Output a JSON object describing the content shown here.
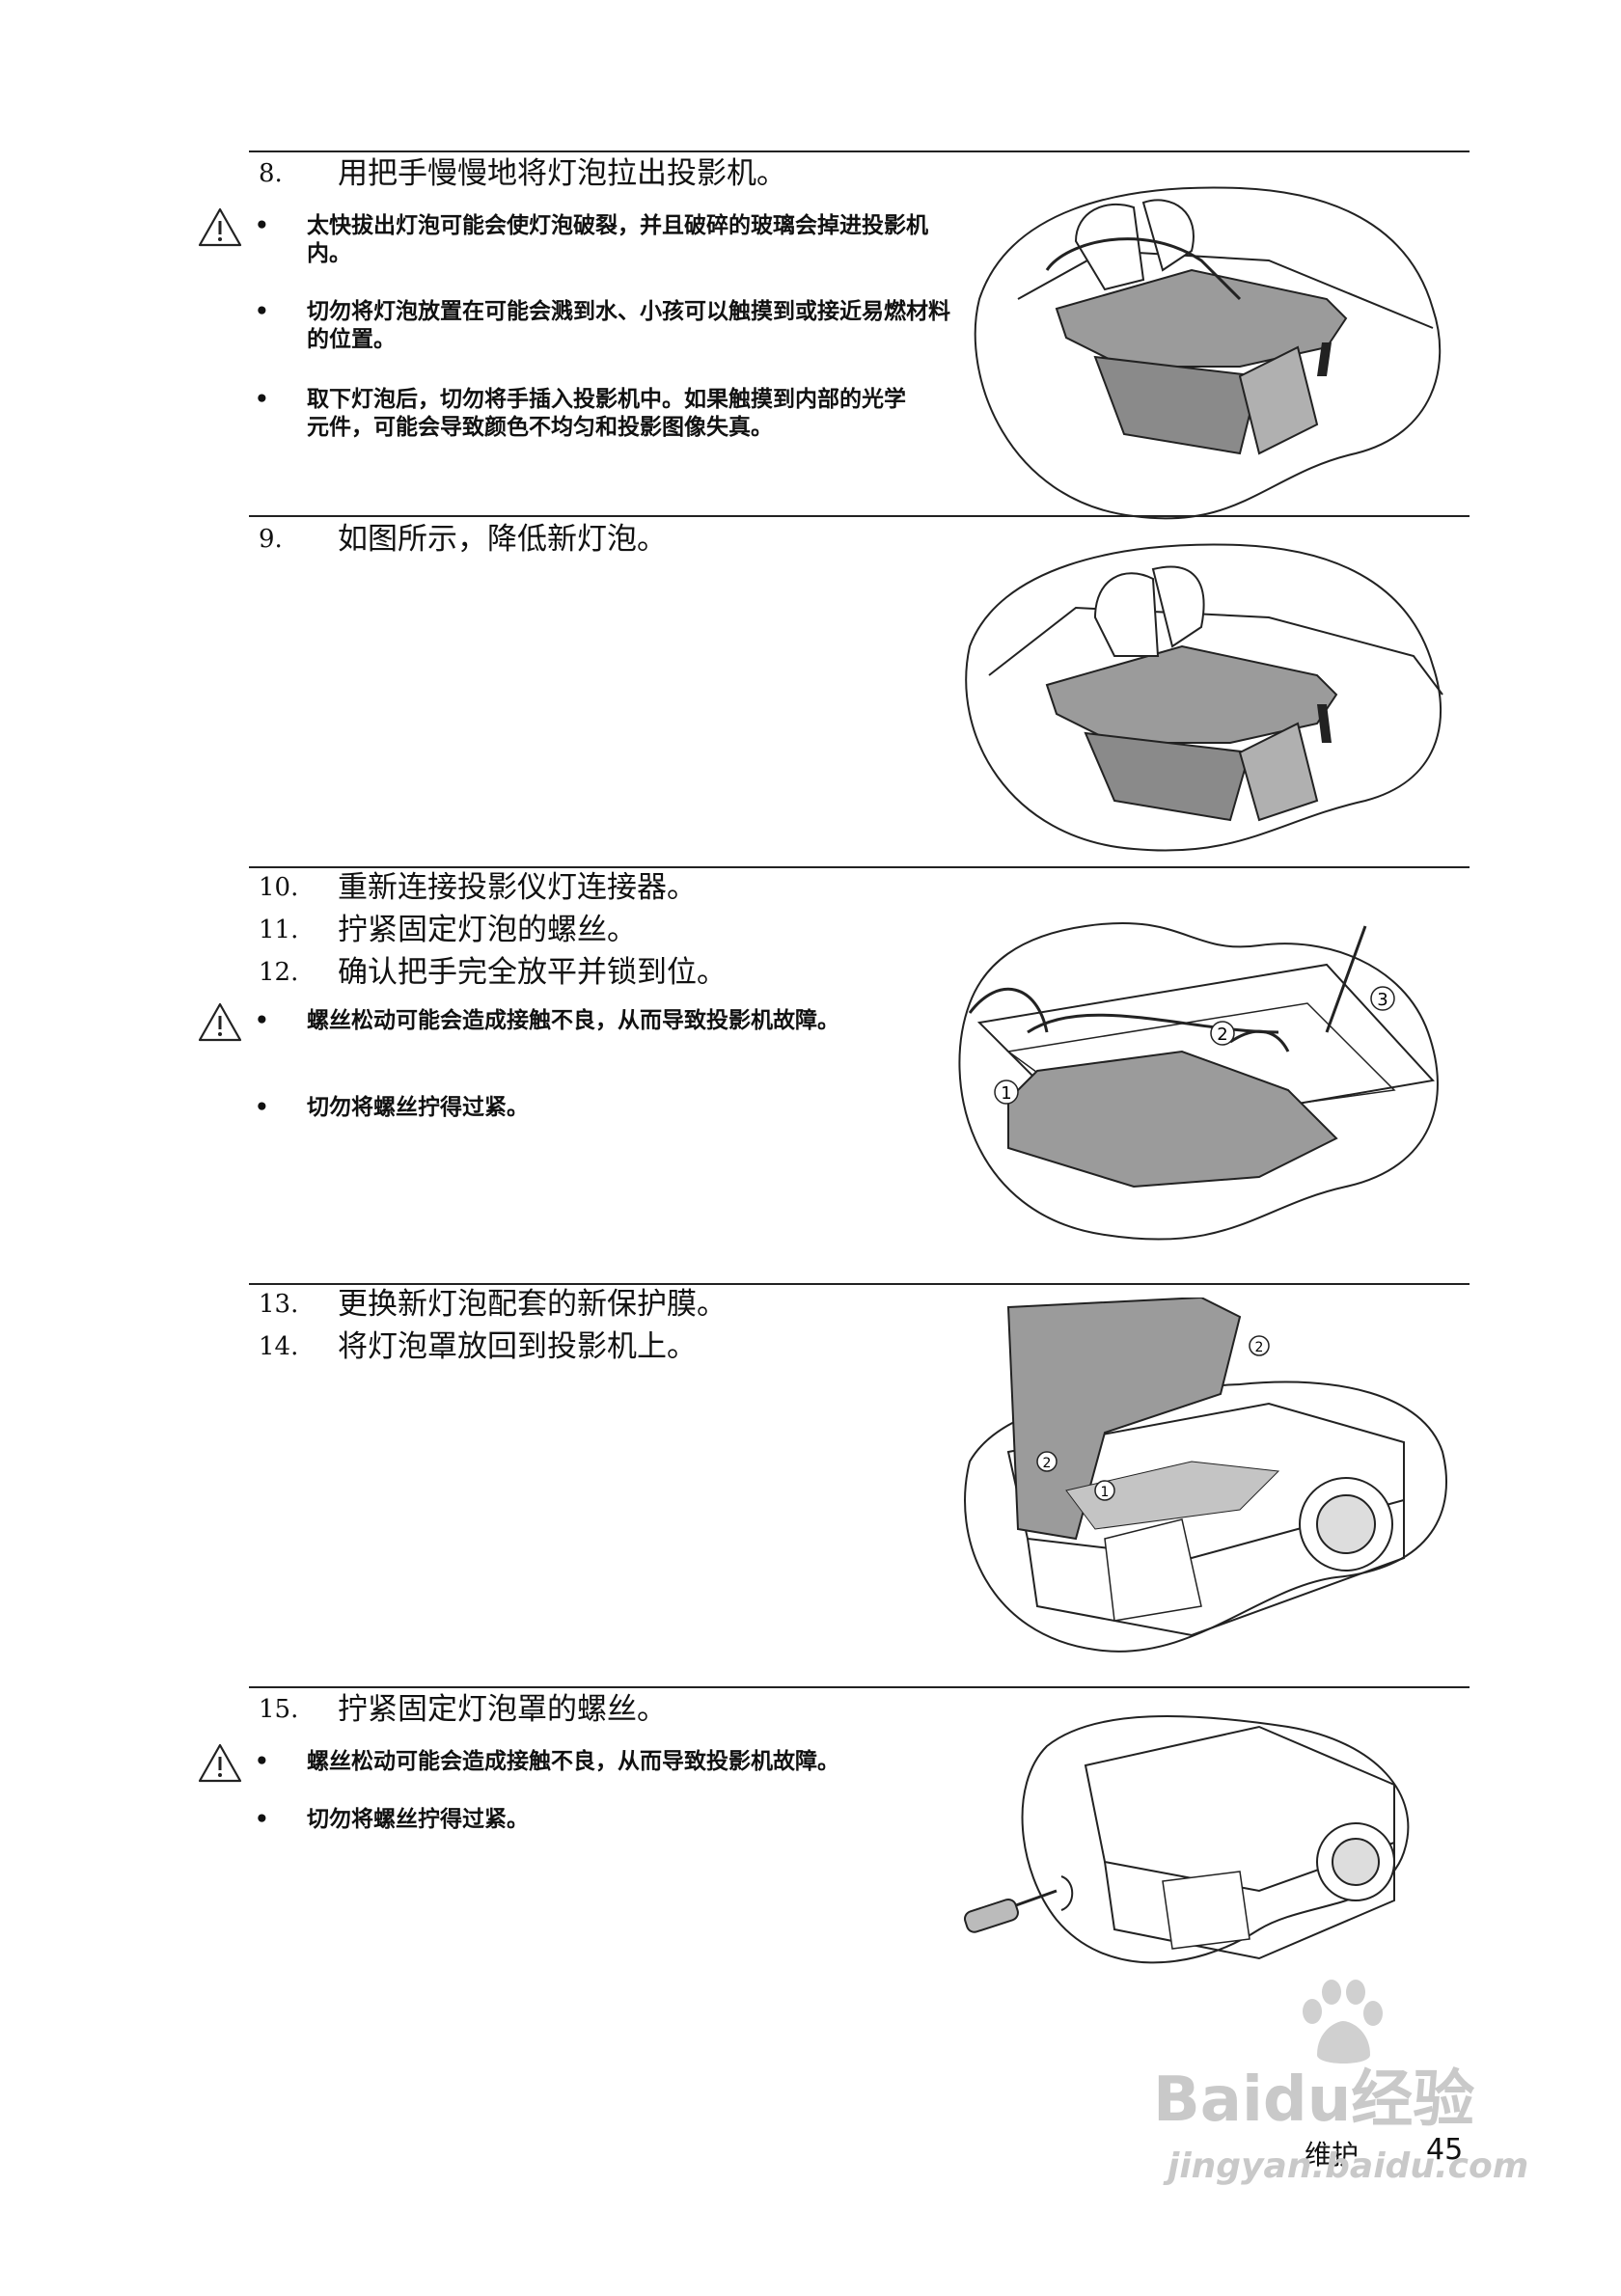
{
  "section1": {
    "step_num": "8.",
    "step_text": "用把手慢慢地将灯泡拉出投影机。",
    "warnings": [
      "太快拔出灯泡可能会使灯泡破裂，并且破碎的玻璃会掉进投影机内。",
      "切勿将灯泡放置在可能会溅到水、小孩可以触摸到或接近易燃材料的位置。",
      "取下灯泡后，切勿将手插入投影机中。如果触摸到内部的光学元件，可能会导致颜色不均匀和投影图像失真。"
    ]
  },
  "section2": {
    "step_num": "9.",
    "step_text": "如图所示，降低新灯泡。"
  },
  "section3": {
    "steps": [
      {
        "num": "10.",
        "text": "重新连接投影仪灯连接器。"
      },
      {
        "num": "11.",
        "text": "拧紧固定灯泡的螺丝。"
      },
      {
        "num": "12.",
        "text": "确认把手完全放平并锁到位。"
      }
    ],
    "warnings": [
      "螺丝松动可能会造成接触不良，从而导致投影机故障。",
      "切勿将螺丝拧得过紧。"
    ],
    "callouts": [
      "1",
      "2",
      "3"
    ]
  },
  "section4": {
    "steps": [
      {
        "num": "13.",
        "text": "更换新灯泡配套的新保护膜。"
      },
      {
        "num": "14.",
        "text": "将灯泡罩放回到投影机上。"
      }
    ],
    "callouts": [
      "1",
      "2",
      "2"
    ]
  },
  "section5": {
    "step_num": "15.",
    "step_text": "拧紧固定灯泡罩的螺丝。",
    "warnings": [
      "螺丝松动可能会造成接触不良，从而导致投影机故障。",
      "切勿将螺丝拧得过紧。"
    ]
  },
  "footer": {
    "section_label": "维护",
    "page_number": "45"
  },
  "watermark": {
    "brand": "Baidu经验",
    "url": "jingyan.baidu.com"
  },
  "bullet_symbol": "•",
  "icons": {
    "warning": "warning-triangle-icon"
  }
}
